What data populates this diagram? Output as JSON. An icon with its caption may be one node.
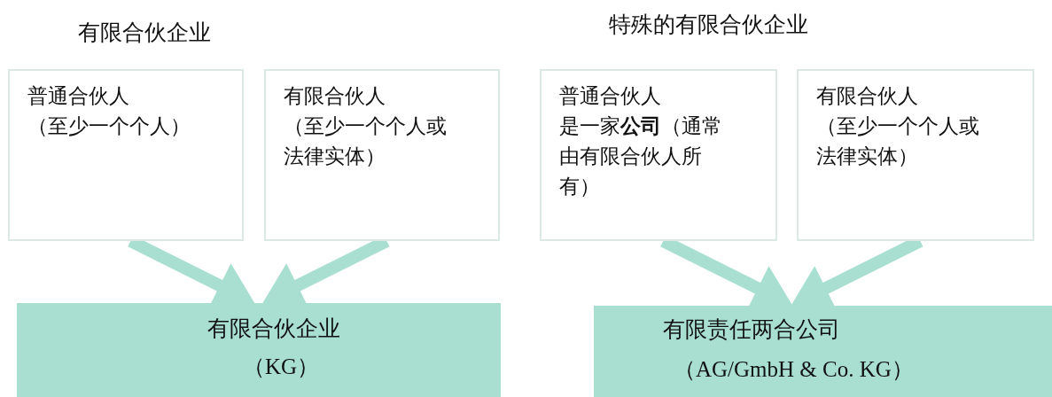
{
  "diagram": {
    "nodes": [
      {
        "text": [
          "普通合伙人",
          "（至少一个个人）"
        ]
      },
      {
        "text": [
          "有限合伙人",
          "（至少一个个人或法律实体）"
        ]
      },
      {
        "text": [
          "有限合伙企业",
          "（KG）"
        ]
      },
      {
        "text": [
          "普通合伙人",
          "是一家**公司**（通常由有限合伙人所有）"
        ]
      },
      {
        "text": [
          "有限合伙人",
          "（至少一个个人或法律实体）"
        ]
      },
      {
        "text": [
          "有限责任两合公司",
          "（AG/GmbH & Co. KG）"
        ]
      }
    ],
    "edges": [
      {
        "from": 0,
        "to": 2,
        "arrow": "to"
      },
      {
        "from": 1,
        "to": 2,
        "arrow": "to"
      },
      {
        "from": 3,
        "to": 5,
        "arrow": "to"
      },
      {
        "from": 4,
        "to": 5,
        "arrow": "to"
      }
    ],
    "labels": [
      "有限合伙企业",
      "特殊的有限合伙企业"
    ]
  }
}
